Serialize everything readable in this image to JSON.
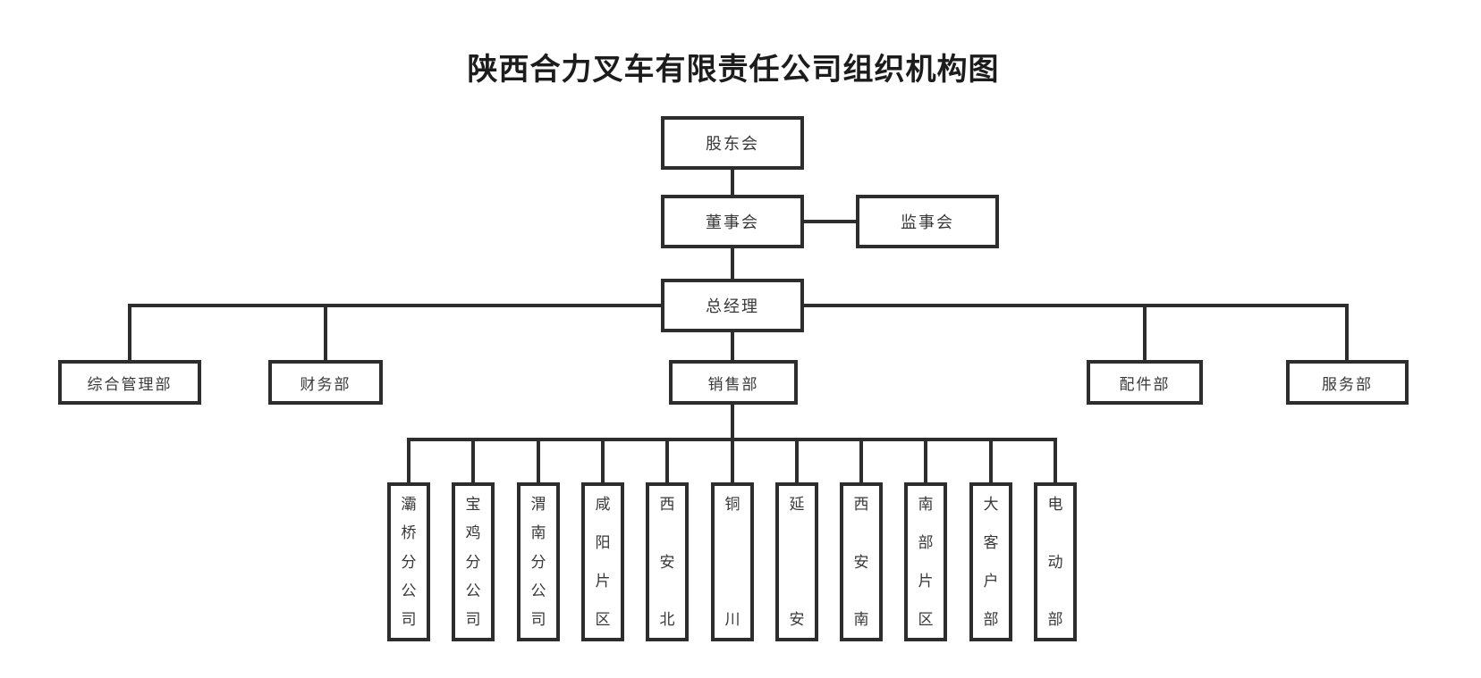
{
  "title": "陕西合力叉车有限责任公司组织机构图",
  "org": {
    "shareholders": "股东会",
    "board": "董事会",
    "supervisors": "监事会",
    "general_manager": "总经理",
    "dept_admin": "综合管理部",
    "dept_finance": "财务部",
    "dept_sales": "销售部",
    "dept_parts": "配件部",
    "dept_service": "服务部",
    "branches": [
      "灞桥分公司",
      "宝鸡分公司",
      "渭南分公司",
      "咸阳片区",
      "西安北",
      "铜川",
      "延安",
      "西安南",
      "南部片区",
      "大客户部",
      "电动部"
    ]
  },
  "colors": {
    "line": "#2d2d2d",
    "text": "#383838",
    "title": "#1c1c1c",
    "bg": "#ffffff"
  }
}
